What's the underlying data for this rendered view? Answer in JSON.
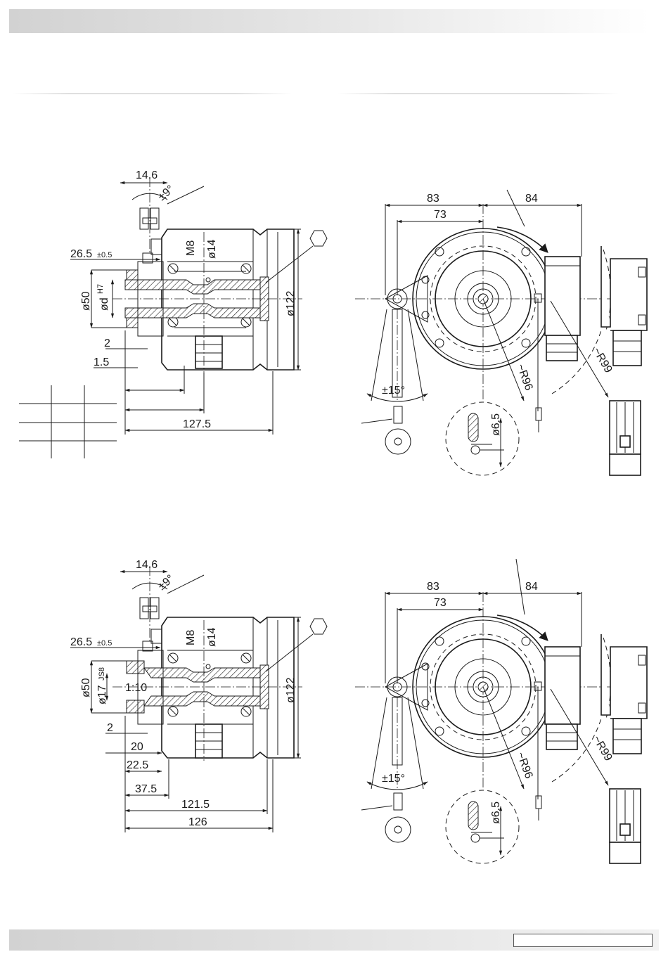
{
  "drawing_top": {
    "side_view": {
      "dims": {
        "d14_6": "14.6",
        "angle": "±9°",
        "d26_5": "26.5",
        "d26_5_tol": "±0.5",
        "d50": "ø50",
        "bore": "ød",
        "bore_fit": "H7",
        "d2": "2",
        "d1_5": "1.5",
        "m8": "M8",
        "dia14": "ø14",
        "dia122": "ø122",
        "d127_5": "127.5"
      }
    },
    "front_view": {
      "dims": {
        "d83": "83",
        "d84": "84",
        "d73": "73",
        "r96": "~R96",
        "r99": "~R99",
        "pm15": "±15°",
        "d6_5": "ø6.5"
      }
    }
  },
  "drawing_bottom": {
    "side_view": {
      "dims": {
        "d14_6": "14.6",
        "angle": "±9°",
        "d26_5": "26.5",
        "d26_5_tol": "±0.5",
        "d50": "ø50",
        "bore": "ø17",
        "bore_fit": "JS8",
        "taper": "1:10",
        "d2": "2",
        "d20": "20",
        "d22_5": "22.5",
        "d37_5": "37.5",
        "d121_5": "121.5",
        "d126": "126",
        "m8": "M8",
        "dia14": "ø14",
        "dia122": "ø122"
      }
    },
    "front_view": {
      "dims": {
        "d83": "83",
        "d84": "84",
        "d73": "73",
        "r96": "~R96",
        "r99": "~R99",
        "pm15": "±15°",
        "d6_5": "ø6.5"
      }
    }
  }
}
